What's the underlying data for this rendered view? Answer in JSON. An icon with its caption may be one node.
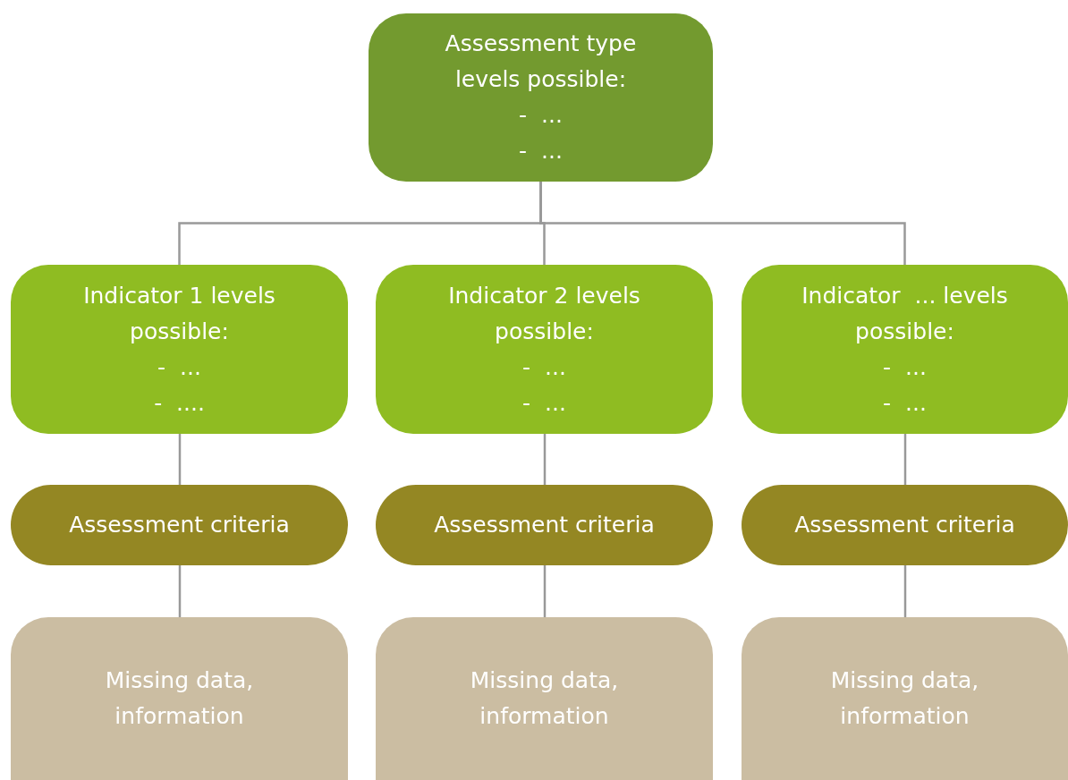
{
  "diagram": {
    "nodes": [
      {
        "text": [
          "Assessment type levels possible:",
          "-  ...",
          "-  ..."
        ]
      },
      {
        "text": [
          "Indicator 1 levels possible:",
          "-  ...",
          "-  ...."
        ]
      },
      {
        "text": [
          "Indicator 2 levels possible:",
          "-  ...",
          "-  ..."
        ]
      },
      {
        "text": [
          "Indicator  ... levels possible:",
          "-  ...",
          "-  ..."
        ]
      },
      {
        "text": [
          "Assessment criteria"
        ]
      },
      {
        "text": [
          "Assessment criteria"
        ]
      },
      {
        "text": [
          "Assessment criteria"
        ]
      },
      {
        "text": [
          "Missing data, information"
        ]
      },
      {
        "text": [
          "Missing data, information"
        ]
      },
      {
        "text": [
          "Missing data, information"
        ]
      }
    ],
    "edges": [
      {
        "from": 0,
        "to": 1,
        "arrow": "none"
      },
      {
        "from": 0,
        "to": 2,
        "arrow": "none"
      },
      {
        "from": 0,
        "to": 3,
        "arrow": "none"
      },
      {
        "from": 1,
        "to": 4,
        "arrow": "none"
      },
      {
        "from": 2,
        "to": 5,
        "arrow": "none"
      },
      {
        "from": 3,
        "to": 6,
        "arrow": "none"
      },
      {
        "from": 4,
        "to": 7,
        "arrow": "none"
      },
      {
        "from": 5,
        "to": 8,
        "arrow": "none"
      },
      {
        "from": 6,
        "to": 9,
        "arrow": "none"
      }
    ]
  }
}
